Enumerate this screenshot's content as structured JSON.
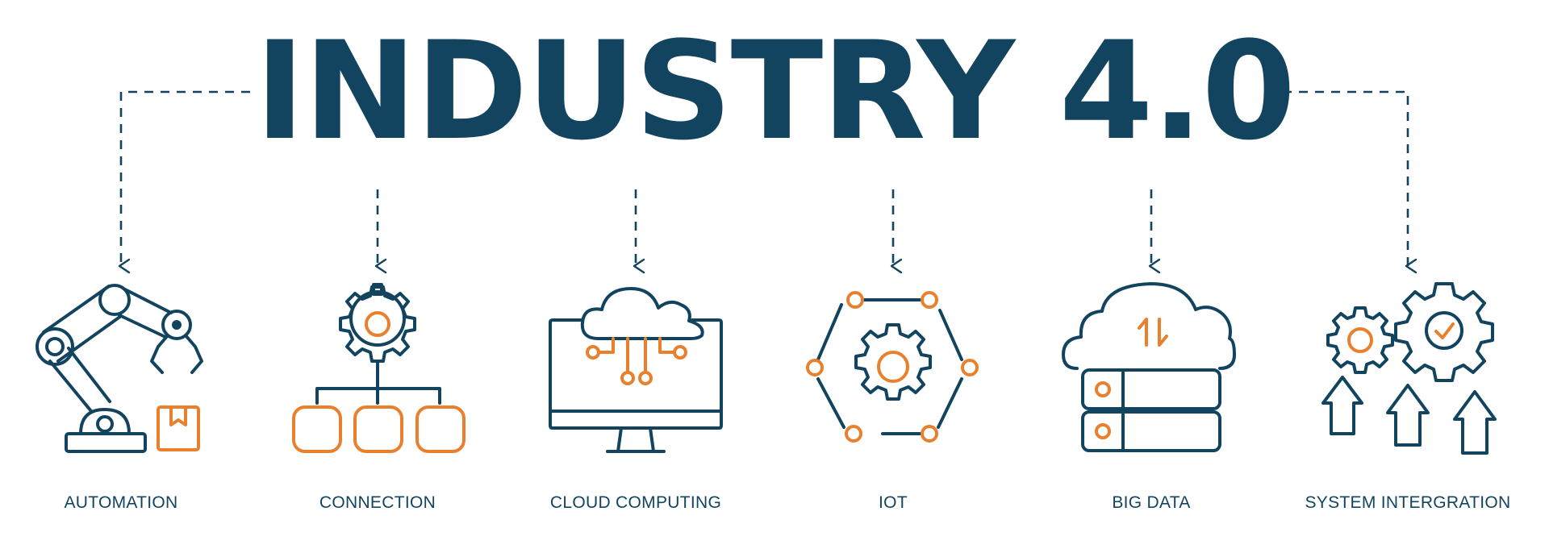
{
  "title": "INDUSTRY 4.0",
  "colors": {
    "navy": "#12445f",
    "orange": "#e9802e",
    "background": "#ffffff"
  },
  "items": [
    {
      "label": "AUTOMATION",
      "icon": "robotic-arm-icon"
    },
    {
      "label": "CONNECTION",
      "icon": "gear-network-icon"
    },
    {
      "label": "CLOUD COMPUTING",
      "icon": "cloud-monitor-icon"
    },
    {
      "label": "IOT",
      "icon": "iot-hexagon-gear-icon"
    },
    {
      "label": "BIG DATA",
      "icon": "cloud-database-icon"
    },
    {
      "label": "SYSTEM INTERGRATION",
      "icon": "gears-upload-icon"
    }
  ]
}
